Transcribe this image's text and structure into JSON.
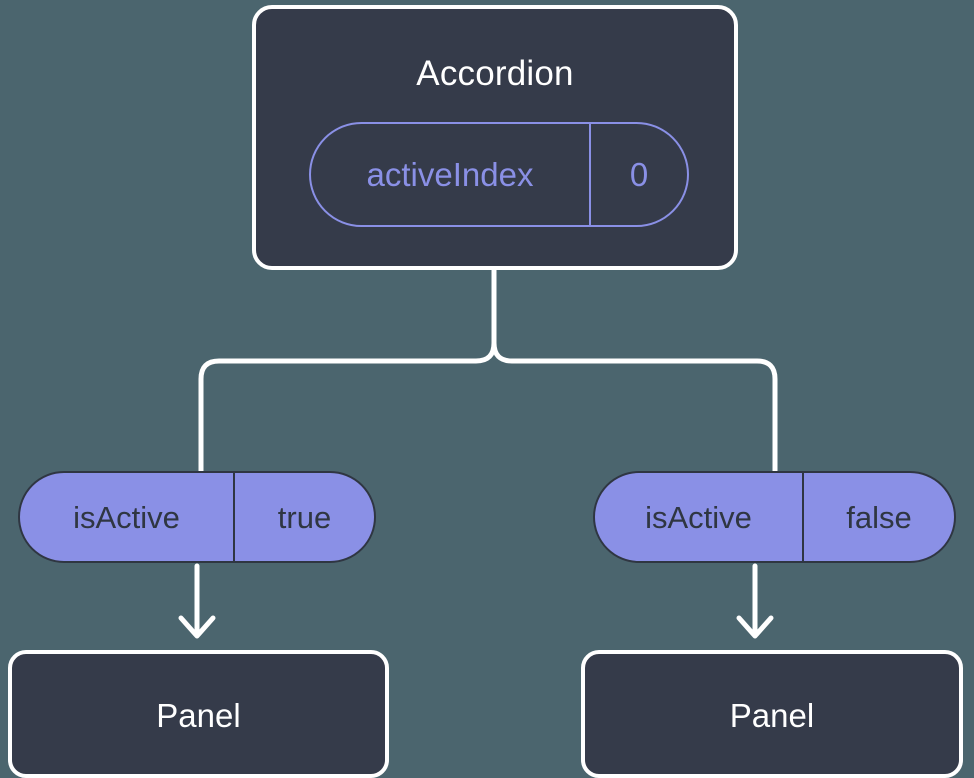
{
  "diagram": {
    "title_text": "Accordion",
    "background_color": "#4b656e",
    "card_fill_color": "#353b4a",
    "card_border_color": "#ffffff",
    "state_chip_color": "#8a90e6",
    "prop_pill_fill_color": "#8a90e6",
    "prop_pill_text_color": "#2f3642",
    "connector_color": "#ffffff"
  },
  "root": {
    "label": "Accordion",
    "state": {
      "key": "activeIndex",
      "value": "0"
    }
  },
  "branches": [
    {
      "prop": {
        "key": "isActive",
        "value": "true"
      },
      "child": {
        "label": "Panel"
      }
    },
    {
      "prop": {
        "key": "isActive",
        "value": "false"
      },
      "child": {
        "label": "Panel"
      }
    }
  ]
}
